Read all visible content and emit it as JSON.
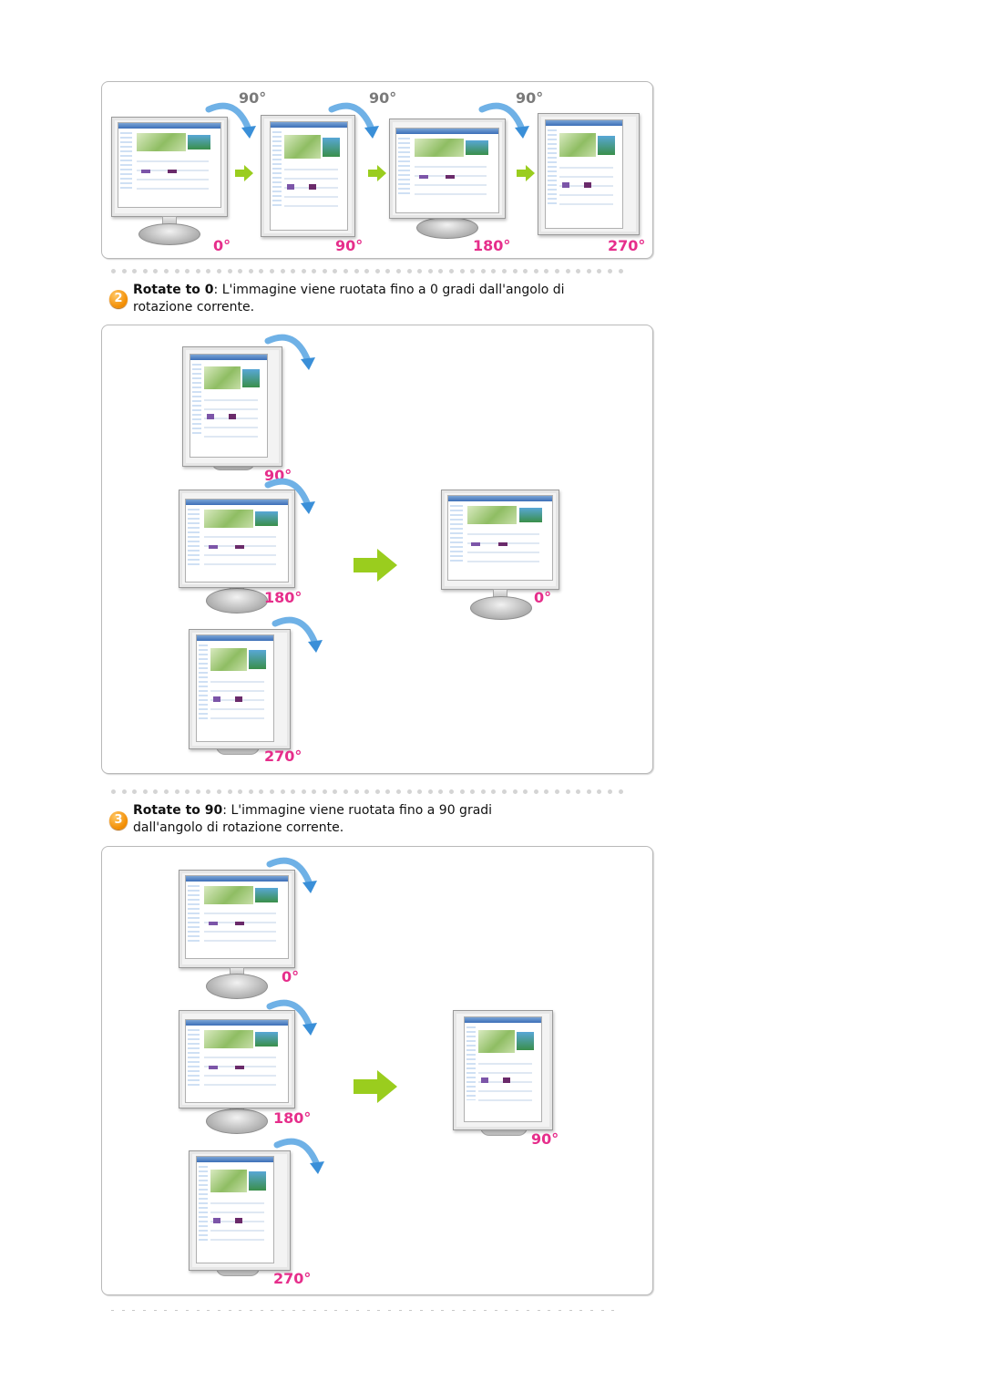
{
  "top_panel": {
    "turn_labels": [
      "90°",
      "90°",
      "90°"
    ],
    "position_labels": [
      "0°",
      "90°",
      "180°",
      "270°"
    ]
  },
  "section2": {
    "step_number": "2",
    "command": "Rotate to 0",
    "description": ": L'immagine viene ruotata fino a 0 gradi dall'angolo di rotazione corrente.",
    "source_labels": [
      "90°",
      "180°",
      "270°"
    ],
    "target_label": "0°"
  },
  "section3": {
    "step_number": "3",
    "command": "Rotate to 90",
    "description": ": L'immagine viene ruotata fino a 90 gradi dall'angolo di rotazione corrente.",
    "source_labels": [
      "0°",
      "180°",
      "270°"
    ],
    "target_label": "90°"
  },
  "colors": {
    "turn_label": "#7a7a7a",
    "position_label": "#e62e8b",
    "arrow_green": "#9acd1e",
    "rotation_arrow": "#3a8fd8",
    "step_icon": "#f28c00"
  }
}
